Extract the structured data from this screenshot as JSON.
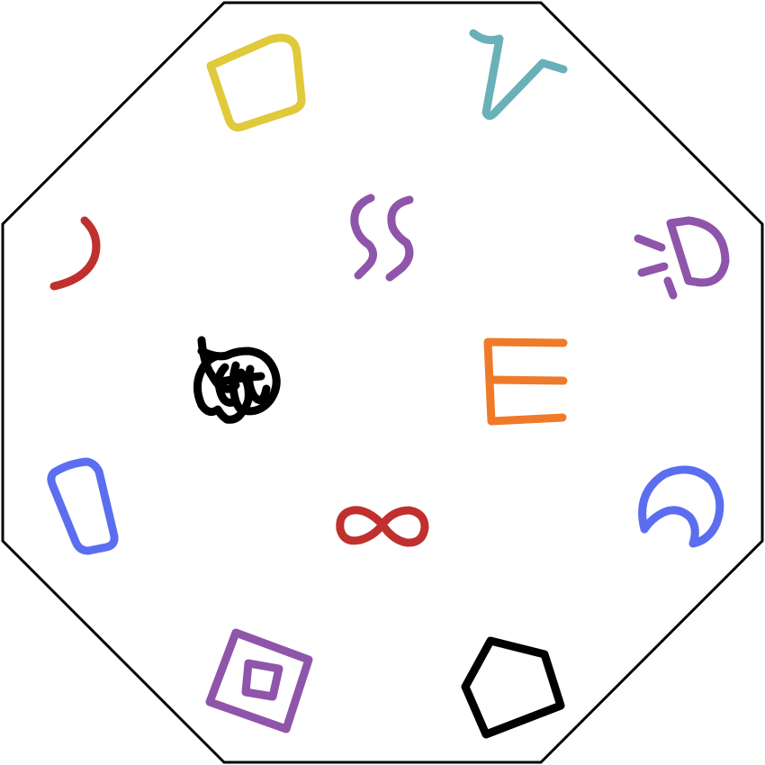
{
  "board": {
    "shape": "octagon",
    "background": "#ffffff",
    "border_color": "#000000"
  },
  "symbols": [
    {
      "name": "square-with-dots",
      "color": "#e0c93a"
    },
    {
      "name": "check-v",
      "color": "#6ab0b8"
    },
    {
      "name": "hook-arc",
      "color": "#c0302e"
    },
    {
      "name": "double-s",
      "color": "#8e55aa"
    },
    {
      "name": "rays-d",
      "color": "#8e55aa"
    },
    {
      "name": "scribble-knot",
      "color": "#000000"
    },
    {
      "name": "letter-e",
      "color": "#ef7b2a"
    },
    {
      "name": "rounded-rect",
      "color": "#5b6ef0"
    },
    {
      "name": "infinity",
      "color": "#c0302e"
    },
    {
      "name": "crescent",
      "color": "#5b6ef0"
    },
    {
      "name": "nested-squares",
      "color": "#8e55aa"
    },
    {
      "name": "pentagon",
      "color": "#000000"
    }
  ]
}
